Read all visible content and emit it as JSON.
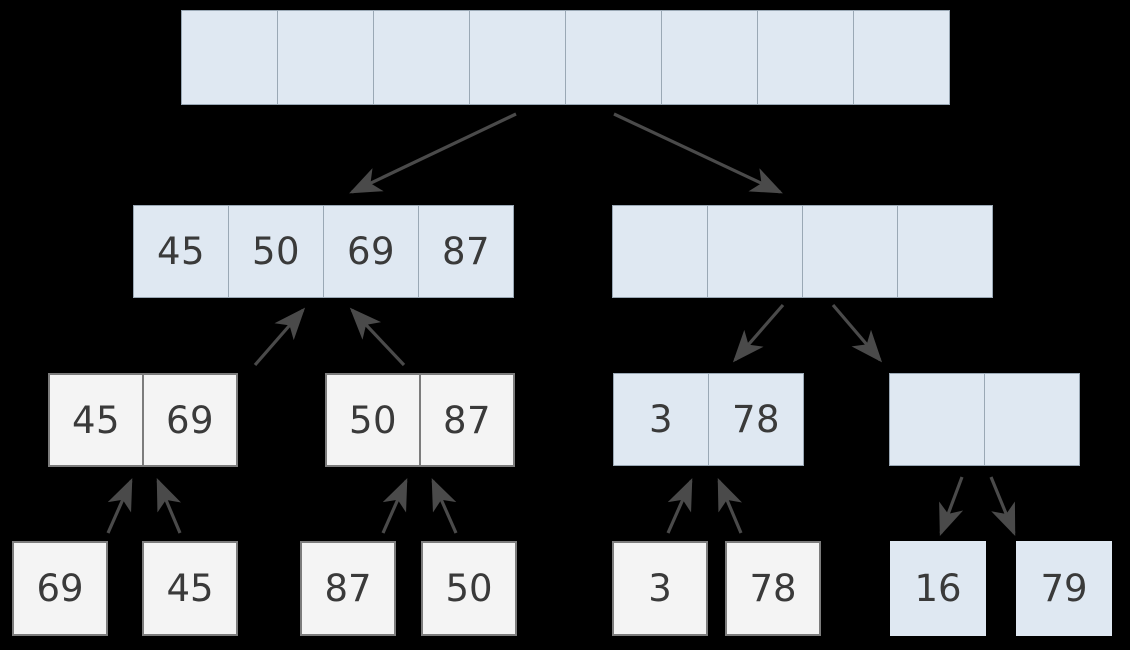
{
  "diagram": {
    "title": "merge-sort-recursion-tree",
    "colors": {
      "background": "#000000",
      "cell_blue_fill": "#dfe8f2",
      "cell_blue_border": "#9aa8b5",
      "cell_white_fill": "#f4f4f4",
      "cell_white_border": "#7c7c7c",
      "text": "#3a3a3a",
      "arrow": "#4a4a4a"
    },
    "levels": [
      {
        "name": "level-0-root",
        "arrays": [
          {
            "name": "root-array",
            "style": "blue",
            "values": [
              "",
              "",
              "",
              "",
              "",
              "",
              "",
              ""
            ]
          }
        ]
      },
      {
        "name": "level-1",
        "arrays": [
          {
            "name": "left-half-array",
            "style": "blue",
            "values": [
              "45",
              "50",
              "69",
              "87"
            ]
          },
          {
            "name": "right-half-array",
            "style": "blue",
            "values": [
              "",
              "",
              "",
              ""
            ]
          }
        ]
      },
      {
        "name": "level-2",
        "arrays": [
          {
            "name": "left-left-pair",
            "style": "white",
            "values": [
              "45",
              "69"
            ]
          },
          {
            "name": "left-right-pair",
            "style": "white",
            "values": [
              "50",
              "87"
            ]
          },
          {
            "name": "right-left-pair",
            "style": "blue",
            "values": [
              "3",
              "78"
            ]
          },
          {
            "name": "right-right-pair",
            "style": "blue",
            "values": [
              "",
              ""
            ]
          }
        ]
      },
      {
        "name": "level-3-leaves",
        "leaves": [
          {
            "name": "leaf-1",
            "style": "white",
            "value": "69"
          },
          {
            "name": "leaf-2",
            "style": "white",
            "value": "45"
          },
          {
            "name": "leaf-3",
            "style": "white",
            "value": "87"
          },
          {
            "name": "leaf-4",
            "style": "white",
            "value": "50"
          },
          {
            "name": "leaf-5",
            "style": "white",
            "value": "3"
          },
          {
            "name": "leaf-6",
            "style": "white",
            "value": "78"
          },
          {
            "name": "leaf-7",
            "style": "blue",
            "value": "16"
          },
          {
            "name": "leaf-8",
            "style": "blue",
            "value": "79"
          }
        ]
      }
    ],
    "arrows": [
      {
        "name": "arrow-root-to-left",
        "direction": "down-left"
      },
      {
        "name": "arrow-root-to-right",
        "direction": "down-right"
      },
      {
        "name": "arrow-left-left-pair-up",
        "direction": "up-right"
      },
      {
        "name": "arrow-left-right-pair-up",
        "direction": "up-left"
      },
      {
        "name": "arrow-right-half-to-left-pair",
        "direction": "down-left"
      },
      {
        "name": "arrow-right-half-to-right-pair",
        "direction": "down-right"
      },
      {
        "name": "arrow-leaf1-up",
        "direction": "up-right"
      },
      {
        "name": "arrow-leaf2-up",
        "direction": "up-left"
      },
      {
        "name": "arrow-leaf3-up",
        "direction": "up-right"
      },
      {
        "name": "arrow-leaf4-up",
        "direction": "up-left"
      },
      {
        "name": "arrow-leaf5-up",
        "direction": "up-right"
      },
      {
        "name": "arrow-leaf6-up",
        "direction": "up-left"
      },
      {
        "name": "arrow-to-leaf7-down",
        "direction": "down-left"
      },
      {
        "name": "arrow-to-leaf8-down",
        "direction": "down-right"
      }
    ]
  }
}
